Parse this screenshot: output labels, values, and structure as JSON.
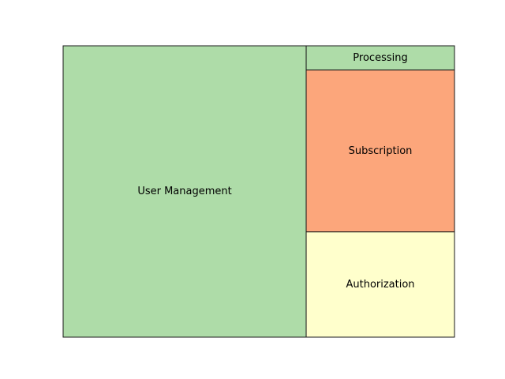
{
  "chart_data": {
    "type": "treemap",
    "title": "",
    "items": [
      {
        "label": "User Management",
        "value": 59,
        "color": "#aedca8"
      },
      {
        "label": "Processing",
        "value": 3,
        "color": "#aedca8"
      },
      {
        "label": "Subscription",
        "value": 20,
        "color": "#fca67b"
      },
      {
        "label": "Authorization",
        "value": 13,
        "color": "#ffffcc"
      }
    ]
  }
}
